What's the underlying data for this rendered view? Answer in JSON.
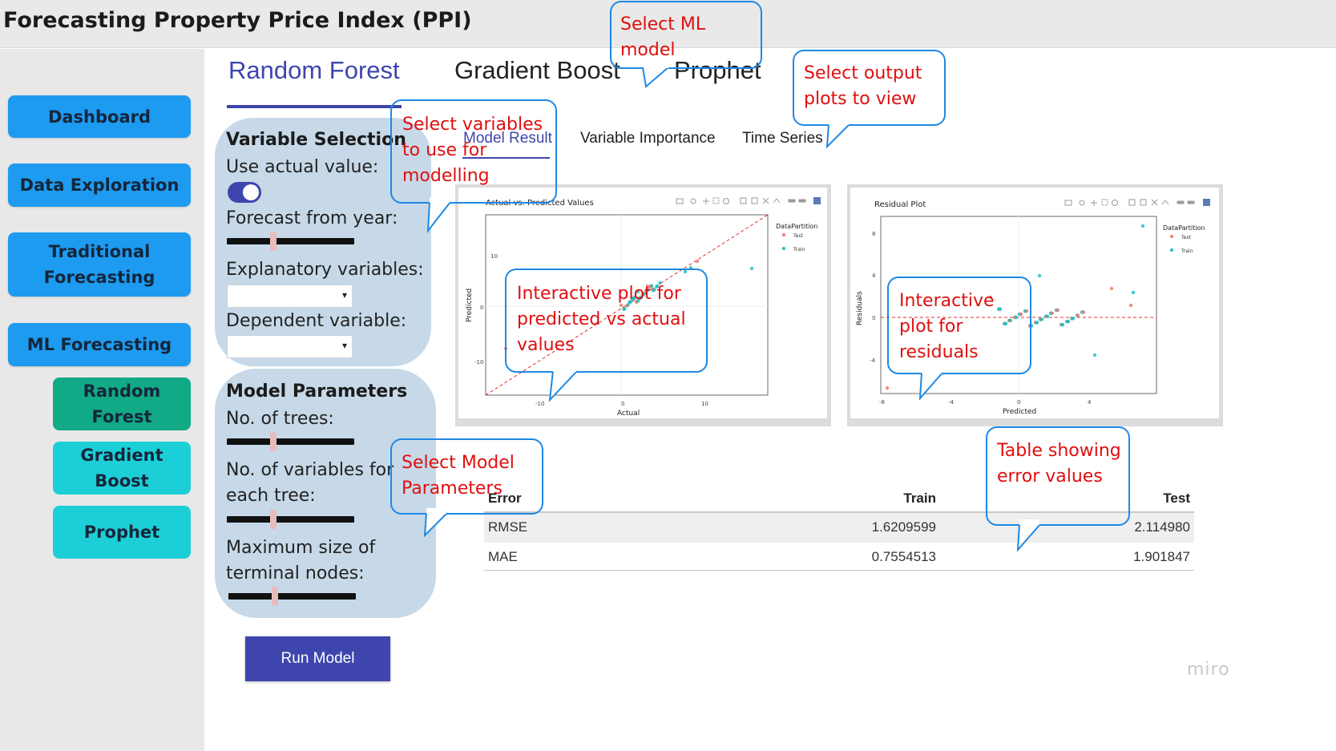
{
  "app": {
    "title": "Forecasting Property Price Index (PPI)"
  },
  "sidebar": {
    "items": [
      {
        "label": "Dashboard"
      },
      {
        "label": "Data Exploration"
      },
      {
        "label": "Traditional Forecasting"
      },
      {
        "label": "ML Forecasting"
      }
    ],
    "sub_items": [
      {
        "label": "Random Forest",
        "color": "#12a986"
      },
      {
        "label": "Gradient Boost",
        "color": "#1ccfd7"
      },
      {
        "label": "Prophet",
        "color": "#1ccfd7"
      }
    ]
  },
  "model_tabs": [
    {
      "label": "Random Forest",
      "active": true
    },
    {
      "label": "Gradient Boost",
      "active": false
    },
    {
      "label": "Prophet",
      "active": false
    }
  ],
  "variable_selection": {
    "heading": "Variable Selection",
    "use_actual_label": "Use actual value:",
    "use_actual_value": true,
    "forecast_label": "Forecast from year:",
    "explanatory_label": "Explanatory variables:",
    "dependent_label": "Dependent variable:"
  },
  "model_parameters": {
    "heading": "Model Parameters",
    "trees_label": "No. of trees:",
    "vars_label": "No. of variables for each tree:",
    "nodes_label": "Maximum size of terminal nodes:"
  },
  "run_button": "Run Model",
  "output_tabs": [
    {
      "label": "Model Result",
      "active": true
    },
    {
      "label": "Variable Importance",
      "active": false
    },
    {
      "label": "Time Series",
      "active": false
    }
  ],
  "plot1": {
    "title": "Actual vs. Predicted Values",
    "xlabel": "Actual",
    "ylabel": "Predicted",
    "legend_title": "DataPartition",
    "legend": [
      "Test",
      "Train"
    ],
    "xticks": [
      "-10",
      "0",
      "10"
    ],
    "yticks": [
      "10",
      "0",
      "-10"
    ]
  },
  "plot2": {
    "title": "Residual Plot",
    "xlabel": "Predicted",
    "ylabel": "Residuals",
    "legend_title": "DataPartition",
    "legend": [
      "Test",
      "Train"
    ],
    "xticks": [
      "-8",
      "-4",
      "0",
      "4"
    ],
    "yticks": [
      "8",
      "4",
      "0",
      "-4"
    ]
  },
  "error_table": {
    "headers": [
      "Error",
      "Train",
      "Test"
    ],
    "rows": [
      [
        "RMSE",
        "1.6209599",
        "2.114980"
      ],
      [
        "MAE",
        "0.7554513",
        "1.901847"
      ]
    ]
  },
  "annotations": {
    "ml_model": "Select ML model",
    "output_plots": "Select output plots to view",
    "variables": "Select variables to use for modelling",
    "interactive_pred": "Interactive plot for predicted vs actual values",
    "interactive_resid": "Interactive plot for residuals",
    "model_params": "Select Model Parameters",
    "table": "Table showing error values"
  },
  "colors": {
    "test": "#f07b72",
    "train": "#1fbfc3",
    "accent": "#3e46ad",
    "nav": "#1d9bf0"
  },
  "watermark": "miro"
}
